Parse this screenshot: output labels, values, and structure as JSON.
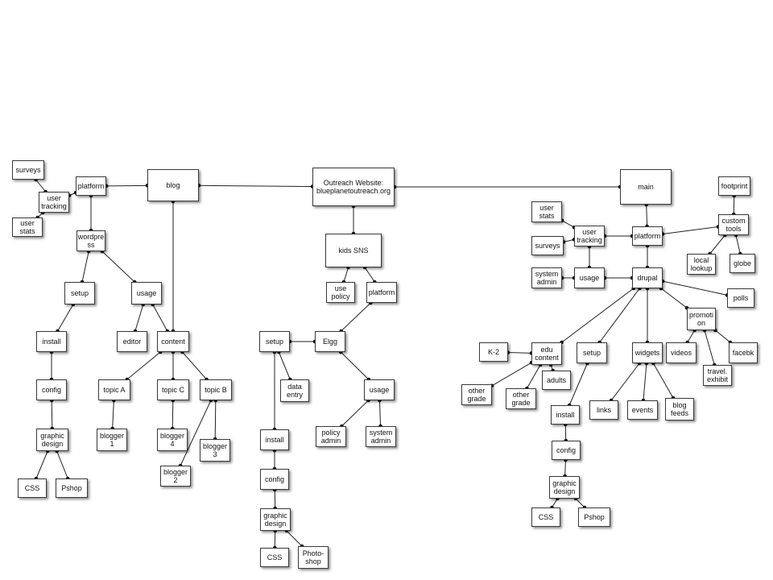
{
  "nodes": [
    {
      "id": "root",
      "label": "Outreach Website:\nblueplanetoutreach.org"
    },
    {
      "id": "blog",
      "label": "blog"
    },
    {
      "id": "b_platform",
      "label": "platform"
    },
    {
      "id": "b_surveys",
      "label": "surveys"
    },
    {
      "id": "b_usertracking",
      "label": "user\ntracking"
    },
    {
      "id": "b_userstats",
      "label": "user\nstats"
    },
    {
      "id": "b_wordpress",
      "label": "wordpre\nss"
    },
    {
      "id": "b_setup",
      "label": "setup"
    },
    {
      "id": "b_usage",
      "label": "usage"
    },
    {
      "id": "b_editor",
      "label": "editor"
    },
    {
      "id": "b_content",
      "label": "content"
    },
    {
      "id": "b_install",
      "label": "install"
    },
    {
      "id": "b_config",
      "label": "config"
    },
    {
      "id": "b_graphic",
      "label": "graphic\ndesign"
    },
    {
      "id": "b_css",
      "label": "CSS"
    },
    {
      "id": "b_pshop",
      "label": "Pshop"
    },
    {
      "id": "b_topicA",
      "label": "topic A"
    },
    {
      "id": "b_topicC",
      "label": "topic C"
    },
    {
      "id": "b_topicB",
      "label": "topic B"
    },
    {
      "id": "b_blogger1",
      "label": "blogger\n1"
    },
    {
      "id": "b_blogger4",
      "label": "blogger\n4"
    },
    {
      "id": "b_blogger3",
      "label": "blogger\n3"
    },
    {
      "id": "b_blogger2",
      "label": "blogger\n2"
    },
    {
      "id": "kids",
      "label": "kids SNS"
    },
    {
      "id": "k_usepolicy",
      "label": "use\npolicy"
    },
    {
      "id": "k_platform",
      "label": "platform"
    },
    {
      "id": "k_elgg",
      "label": "Elgg"
    },
    {
      "id": "k_setup",
      "label": "setup"
    },
    {
      "id": "k_dataentry",
      "label": "data\nentry"
    },
    {
      "id": "k_usage",
      "label": "usage"
    },
    {
      "id": "k_policyadmin",
      "label": "policy\nadmin"
    },
    {
      "id": "k_systemadmin",
      "label": "system\nadmin"
    },
    {
      "id": "k_install",
      "label": "install"
    },
    {
      "id": "k_config",
      "label": "config"
    },
    {
      "id": "k_graphic",
      "label": "graphic\ndesign"
    },
    {
      "id": "k_css",
      "label": "CSS"
    },
    {
      "id": "k_photoshop",
      "label": "Photo-\nshop"
    },
    {
      "id": "main",
      "label": "main"
    },
    {
      "id": "m_platform",
      "label": "platform"
    },
    {
      "id": "m_userstats",
      "label": "user\nstats"
    },
    {
      "id": "m_surveys",
      "label": "surveys"
    },
    {
      "id": "m_usertracking",
      "label": "user\ntracking"
    },
    {
      "id": "m_systemadmin",
      "label": "system\nadmin"
    },
    {
      "id": "m_usage",
      "label": "usage"
    },
    {
      "id": "m_drupal",
      "label": "drupal"
    },
    {
      "id": "m_footprint",
      "label": "footprint"
    },
    {
      "id": "m_customtools",
      "label": "custom\ntools"
    },
    {
      "id": "m_locallookup",
      "label": "local\nlookup"
    },
    {
      "id": "m_globe",
      "label": "globe"
    },
    {
      "id": "m_polls",
      "label": "polls"
    },
    {
      "id": "m_promotion",
      "label": "promoti\non"
    },
    {
      "id": "m_videos",
      "label": "videos"
    },
    {
      "id": "m_travel",
      "label": "travel.\nexhibit"
    },
    {
      "id": "m_facebk",
      "label": "facebk"
    },
    {
      "id": "m_k2",
      "label": "K-2"
    },
    {
      "id": "m_educontent",
      "label": "edu\ncontent"
    },
    {
      "id": "m_othergrade1",
      "label": "other\ngrade"
    },
    {
      "id": "m_othergrade2",
      "label": "other\ngrade"
    },
    {
      "id": "m_adults",
      "label": "adults"
    },
    {
      "id": "m_setup",
      "label": "setup"
    },
    {
      "id": "m_widgets",
      "label": "widgets"
    },
    {
      "id": "m_links",
      "label": "links"
    },
    {
      "id": "m_events",
      "label": "events"
    },
    {
      "id": "m_blogfeeds",
      "label": "blog\nfeeds"
    },
    {
      "id": "m_install",
      "label": "install"
    },
    {
      "id": "m_config",
      "label": "config"
    },
    {
      "id": "m_graphic",
      "label": "graphic\ndesign"
    },
    {
      "id": "m_css",
      "label": "CSS"
    },
    {
      "id": "m_pshop",
      "label": "Pshop"
    }
  ],
  "edges": [
    [
      "root",
      "blog"
    ],
    [
      "root",
      "kids"
    ],
    [
      "root",
      "main"
    ],
    [
      "blog",
      "b_platform"
    ],
    [
      "blog",
      "b_content"
    ],
    [
      "b_platform",
      "b_usertracking"
    ],
    [
      "b_surveys",
      "b_usertracking"
    ],
    [
      "b_userstats",
      "b_usertracking"
    ],
    [
      "b_platform",
      "b_wordpress"
    ],
    [
      "b_wordpress",
      "b_setup"
    ],
    [
      "b_wordpress",
      "b_usage"
    ],
    [
      "b_usage",
      "b_editor"
    ],
    [
      "b_usage",
      "b_content"
    ],
    [
      "b_setup",
      "b_install"
    ],
    [
      "b_install",
      "b_config"
    ],
    [
      "b_config",
      "b_graphic"
    ],
    [
      "b_graphic",
      "b_css"
    ],
    [
      "b_graphic",
      "b_pshop"
    ],
    [
      "b_content",
      "b_topicA"
    ],
    [
      "b_content",
      "b_topicC"
    ],
    [
      "b_content",
      "b_topicB"
    ],
    [
      "b_topicA",
      "b_blogger1"
    ],
    [
      "b_topicC",
      "b_blogger4"
    ],
    [
      "b_topicB",
      "b_blogger3"
    ],
    [
      "b_topicB",
      "b_blogger2"
    ],
    [
      "kids",
      "k_usepolicy"
    ],
    [
      "kids",
      "k_platform"
    ],
    [
      "k_platform",
      "k_elgg"
    ],
    [
      "k_elgg",
      "k_setup"
    ],
    [
      "k_elgg",
      "k_usage"
    ],
    [
      "k_setup",
      "k_dataentry"
    ],
    [
      "k_setup",
      "k_install"
    ],
    [
      "k_usage",
      "k_policyadmin"
    ],
    [
      "k_usage",
      "k_systemadmin"
    ],
    [
      "k_install",
      "k_config"
    ],
    [
      "k_config",
      "k_graphic"
    ],
    [
      "k_graphic",
      "k_css"
    ],
    [
      "k_graphic",
      "k_photoshop"
    ],
    [
      "main",
      "m_platform"
    ],
    [
      "m_platform",
      "m_usertracking"
    ],
    [
      "m_userstats",
      "m_usertracking"
    ],
    [
      "m_surveys",
      "m_usertracking"
    ],
    [
      "m_usertracking",
      "m_usage"
    ],
    [
      "m_systemadmin",
      "m_usage"
    ],
    [
      "m_platform",
      "m_customtools"
    ],
    [
      "m_footprint",
      "m_customtools"
    ],
    [
      "m_customtools",
      "m_locallookup"
    ],
    [
      "m_customtools",
      "m_globe"
    ],
    [
      "m_platform",
      "m_drupal"
    ],
    [
      "m_usage",
      "m_drupal"
    ],
    [
      "m_drupal",
      "m_polls"
    ],
    [
      "m_drupal",
      "m_promotion"
    ],
    [
      "m_promotion",
      "m_videos"
    ],
    [
      "m_promotion",
      "m_travel"
    ],
    [
      "m_promotion",
      "m_facebk"
    ],
    [
      "m_drupal",
      "m_educontent"
    ],
    [
      "m_drupal",
      "m_setup"
    ],
    [
      "m_drupal",
      "m_widgets"
    ],
    [
      "m_k2",
      "m_educontent"
    ],
    [
      "m_educontent",
      "m_othergrade1"
    ],
    [
      "m_educontent",
      "m_othergrade2"
    ],
    [
      "m_educontent",
      "m_adults"
    ],
    [
      "m_widgets",
      "m_links"
    ],
    [
      "m_widgets",
      "m_events"
    ],
    [
      "m_widgets",
      "m_blogfeeds"
    ],
    [
      "m_setup",
      "m_install"
    ],
    [
      "m_install",
      "m_config"
    ],
    [
      "m_config",
      "m_graphic"
    ],
    [
      "m_graphic",
      "m_css"
    ],
    [
      "m_graphic",
      "m_pshop"
    ]
  ]
}
